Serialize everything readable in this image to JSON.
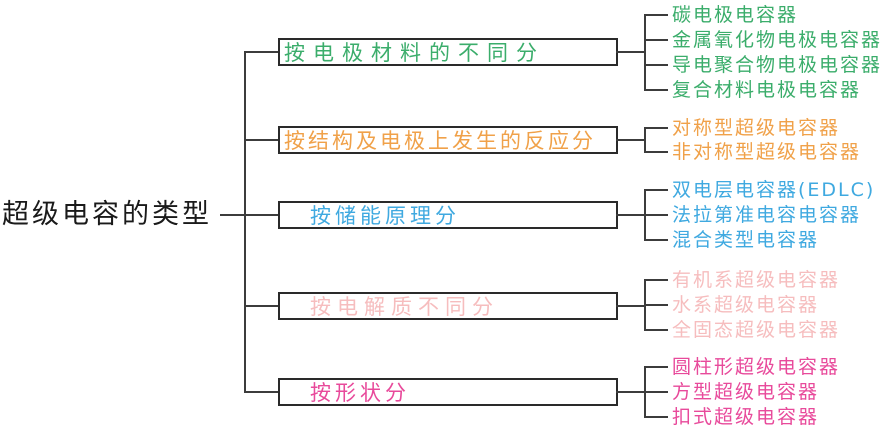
{
  "tree": {
    "root": "超级电容的类型",
    "branches": [
      {
        "label": "按电极材料的不同分",
        "color": "#3bad6b",
        "leaves": [
          "碳电极电容器",
          "金属氧化物电极电容器",
          "导电聚合物电极电容器",
          "复合材料电极电容器"
        ]
      },
      {
        "label": "按结构及电极上发生的反应分",
        "color": "#f0a149",
        "leaves": [
          "对称型超级电容器",
          "非对称型超级电容器"
        ]
      },
      {
        "label": "按储能原理分",
        "color": "#3fa9e0",
        "leaves": [
          "双电层电容器(EDLC)",
          "法拉第准电容电容器",
          "混合类型电容器"
        ]
      },
      {
        "label": "按电解质不同分",
        "color": "#f6bdbe",
        "leaves": [
          "有机系超级电容器",
          "水系超级电容器",
          "全固态超级电容器"
        ]
      },
      {
        "label": "按形状分",
        "color": "#e84a9b",
        "leaves": [
          "圆柱形超级电容器",
          "方型超级电容器",
          "扣式超级电容器"
        ]
      }
    ]
  },
  "colors": {
    "root_text": "#1a1a1a",
    "line": "#3c3c3c",
    "box_border": "#2a2a2a",
    "background": "#ffffff"
  }
}
